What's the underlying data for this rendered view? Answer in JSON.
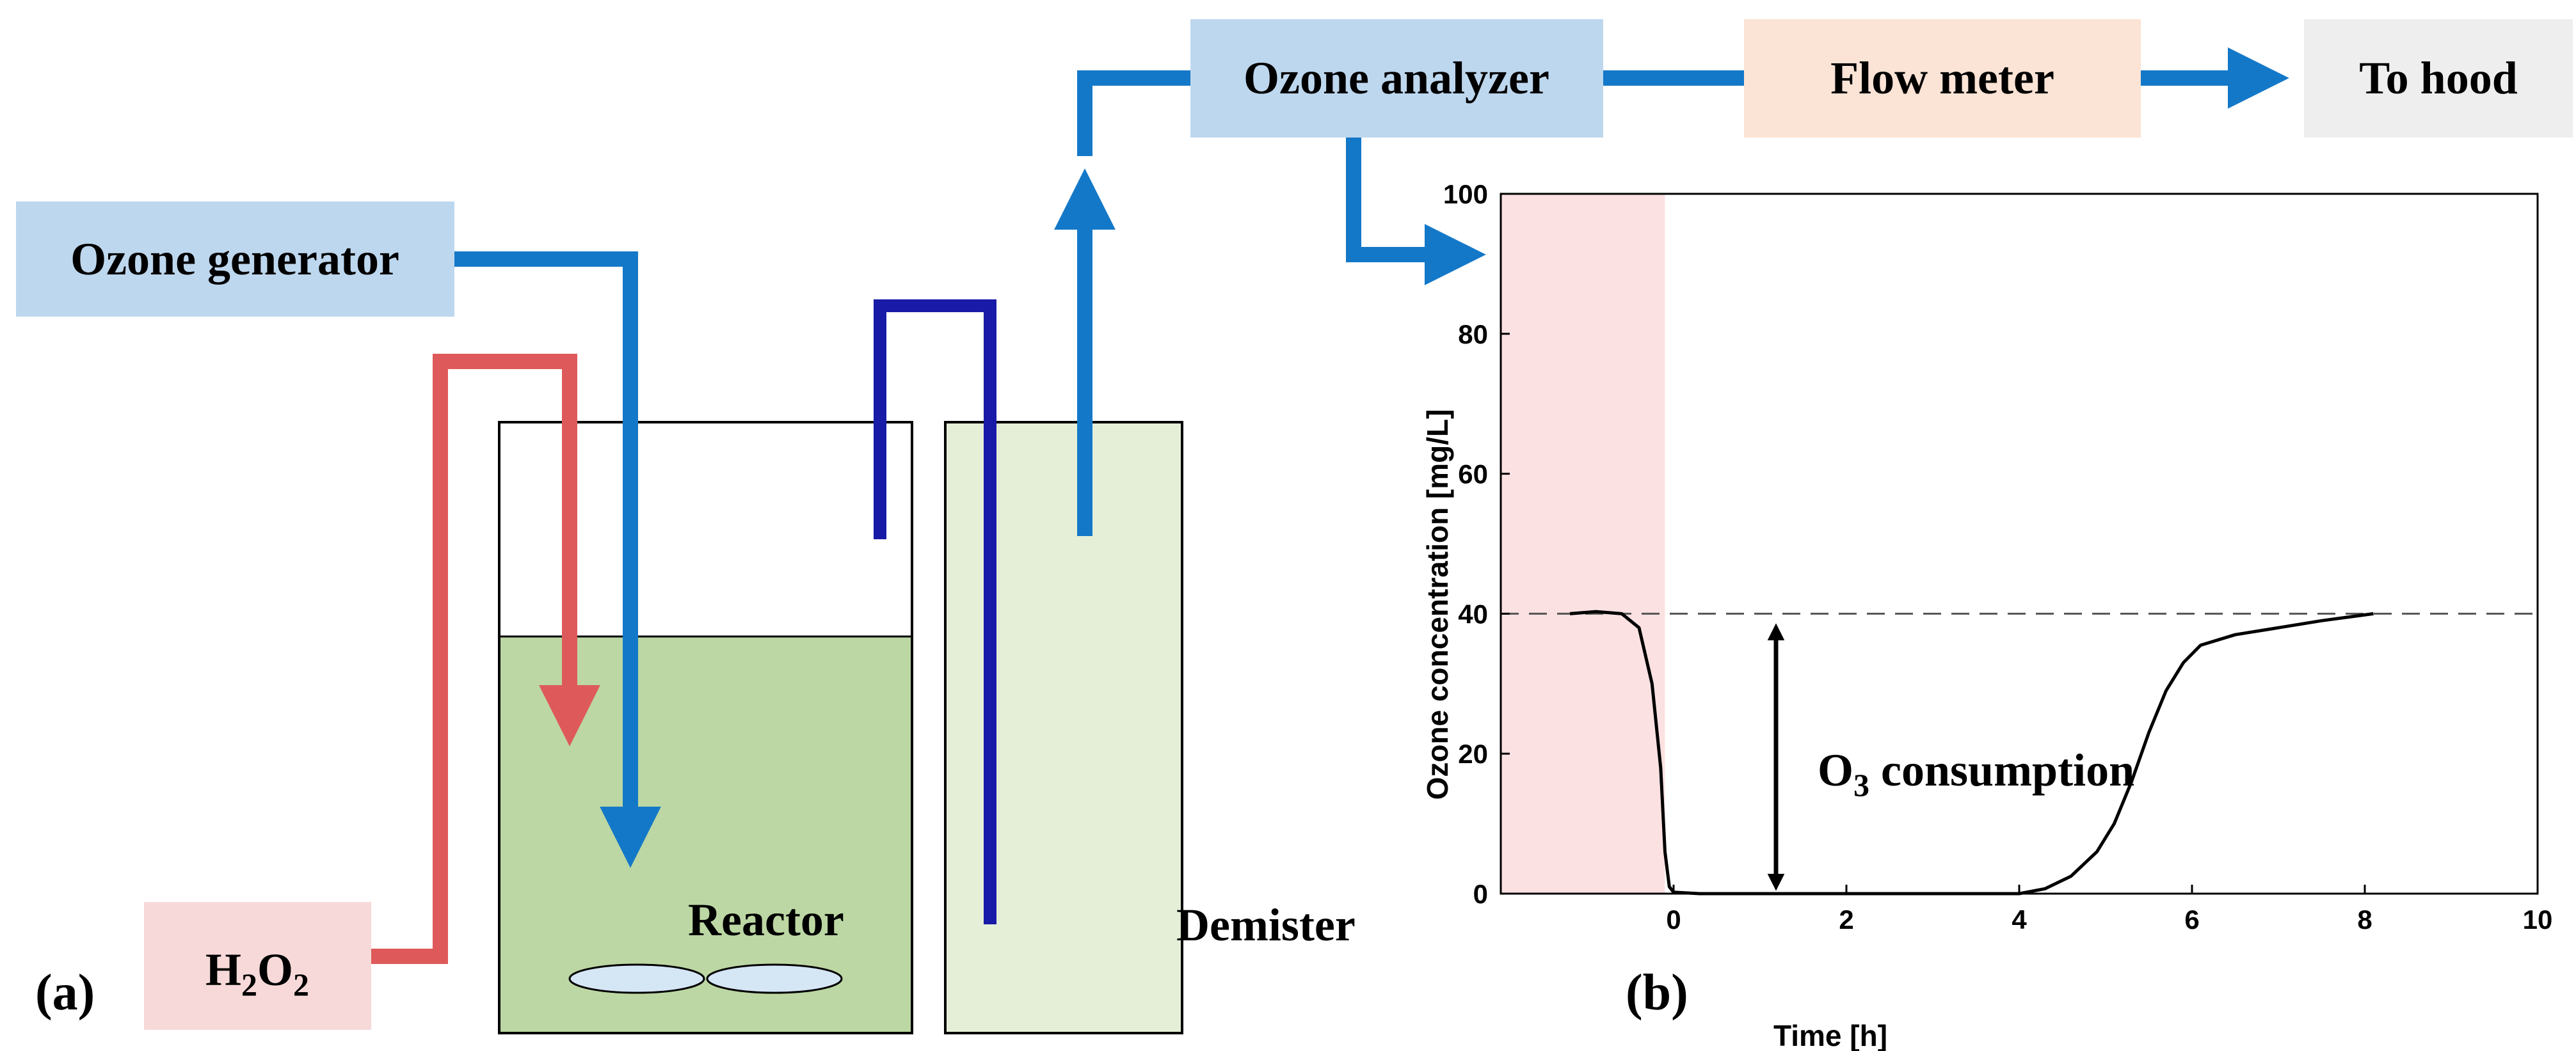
{
  "diagram": {
    "labels": {
      "ozone_generator": "Ozone generator",
      "ozone_analyzer": "Ozone analyzer",
      "flow_meter": "Flow meter",
      "to_hood": "To hood",
      "h2o2": {
        "base": "H",
        "sub1": "2",
        "mid": "O",
        "sub2": "2"
      },
      "reactor": "Reactor",
      "demister": "Demister",
      "panel_a": "(a)"
    },
    "colors": {
      "ozone_line": "#1478c8",
      "h2o2_line": "#de5a5a",
      "dark_line": "#1a1aa8",
      "ozone_box": "#bdd7ee",
      "flow_box": "#fbe3d5",
      "hood_box": "#eeeeee",
      "h2o2_box": "#f7d9d9",
      "reactor_liquid": "#bcd7a3",
      "demister_fill": "#e5efd8",
      "impeller": "#d5e6f5"
    }
  },
  "chart": {
    "panel_label": "(b)",
    "annotation": {
      "base": "O",
      "sub": "3",
      "rest": " consumption"
    },
    "colors": {
      "shade": "#fbe1e1",
      "curve": "#000000",
      "reference": "#555555"
    }
  },
  "chart_data": {
    "type": "line",
    "xlabel": "Time [h]",
    "ylabel": "Ozone concentration [mg/L]",
    "xlim": [
      -2,
      10
    ],
    "ylim": [
      0,
      100
    ],
    "xticks": [
      0,
      2,
      4,
      6,
      8,
      10
    ],
    "yticks": [
      0,
      20,
      40,
      60,
      80,
      100
    ],
    "shaded_x_range": [
      -2,
      -0.1
    ],
    "reference_line_y": 40,
    "series": [
      {
        "x": [
          -1.2,
          -0.9,
          -0.6,
          -0.4,
          -0.25,
          -0.15,
          -0.1,
          -0.05,
          0.0,
          0.3,
          1,
          2,
          3,
          4,
          4.3,
          4.6,
          4.9,
          5.1,
          5.3,
          5.5,
          5.7,
          5.9,
          6.1,
          6.5,
          7,
          7.5,
          8.1
        ],
        "y": [
          40,
          40.3,
          40,
          38,
          30,
          18,
          6,
          1,
          0.2,
          0,
          0,
          0,
          0,
          0,
          0.7,
          2.5,
          6,
          10,
          16,
          23,
          29,
          33,
          35.5,
          37,
          38,
          39,
          40
        ]
      }
    ]
  }
}
